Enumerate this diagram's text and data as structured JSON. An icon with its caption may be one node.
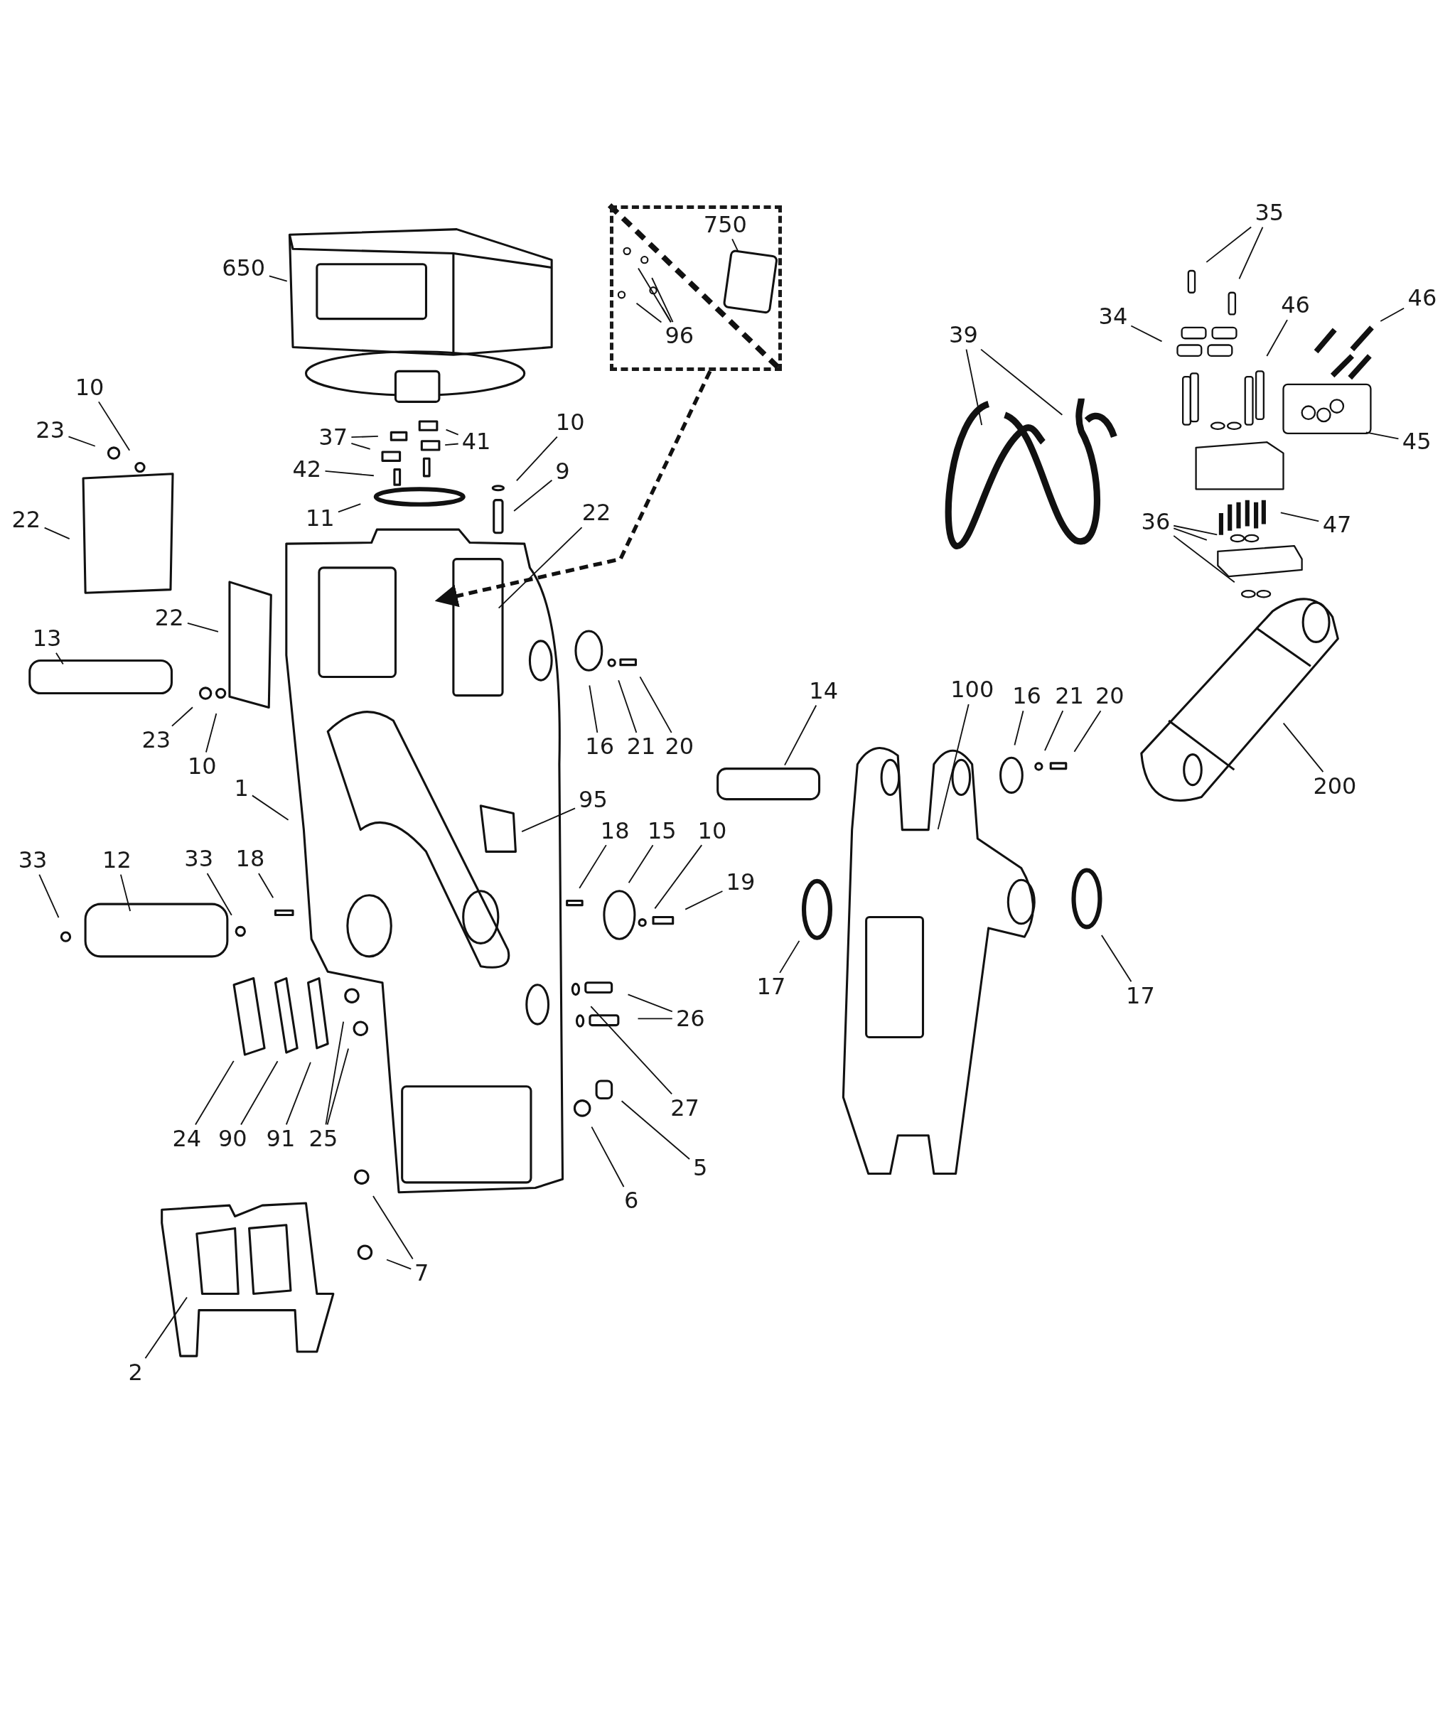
{
  "diagram": {
    "nodes": [
      {
        "text": [],
        "shape": "box"
      },
      {
        "text": [
          "750"
        ],
        "in": 0
      },
      {
        "text": [
          "96"
        ],
        "in": 0
      },
      {
        "text": [
          "650"
        ]
      },
      {
        "text": [
          "35"
        ]
      },
      {
        "text": [
          "46"
        ]
      },
      {
        "text": [
          "46"
        ]
      },
      {
        "text": [
          "34"
        ]
      },
      {
        "text": [
          "39"
        ]
      },
      {
        "text": [
          "10"
        ]
      },
      {
        "text": [
          "23"
        ]
      },
      {
        "text": [
          "37"
        ]
      },
      {
        "text": [
          "41"
        ]
      },
      {
        "text": [
          "10"
        ]
      },
      {
        "text": [
          "42"
        ]
      },
      {
        "text": [
          "9"
        ]
      },
      {
        "text": [
          "45"
        ]
      },
      {
        "text": [
          "11"
        ]
      },
      {
        "text": [
          "22"
        ]
      },
      {
        "text": [
          "22"
        ]
      },
      {
        "text": [
          "36"
        ]
      },
      {
        "text": [
          "47"
        ]
      },
      {
        "text": [
          "22"
        ]
      },
      {
        "text": [
          "13"
        ]
      },
      {
        "text": [
          "14"
        ]
      },
      {
        "text": [
          "100"
        ]
      },
      {
        "text": [
          "16"
        ]
      },
      {
        "text": [
          "21"
        ]
      },
      {
        "text": [
          "20"
        ]
      },
      {
        "text": [
          "23"
        ]
      },
      {
        "text": [
          "16"
        ]
      },
      {
        "text": [
          "21"
        ]
      },
      {
        "text": [
          "20"
        ]
      },
      {
        "text": [
          "10"
        ]
      },
      {
        "text": [
          "200"
        ]
      },
      {
        "text": [
          "1"
        ]
      },
      {
        "text": [
          "95"
        ]
      },
      {
        "text": [
          "18"
        ]
      },
      {
        "text": [
          "15"
        ]
      },
      {
        "text": [
          "10"
        ]
      },
      {
        "text": [
          "33"
        ]
      },
      {
        "text": [
          "12"
        ]
      },
      {
        "text": [
          "33"
        ]
      },
      {
        "text": [
          "18"
        ]
      },
      {
        "text": [
          "19"
        ]
      },
      {
        "text": [
          "17"
        ]
      },
      {
        "text": [
          "17"
        ]
      },
      {
        "text": [
          "26"
        ]
      },
      {
        "text": [
          "27"
        ]
      },
      {
        "text": [
          "24"
        ]
      },
      {
        "text": [
          "90"
        ]
      },
      {
        "text": [
          "91"
        ]
      },
      {
        "text": [
          "25"
        ]
      },
      {
        "text": [
          "5"
        ]
      },
      {
        "text": [
          "6"
        ]
      },
      {
        "text": [
          "7"
        ]
      },
      {
        "text": [
          "2"
        ]
      }
    ],
    "edges": [
      {
        "from": 0,
        "to": null,
        "arrow": "to",
        "style": "dashed"
      },
      {
        "from": 1,
        "to": null,
        "arrow": "none"
      },
      {
        "from": 2,
        "to": null,
        "arrow": "none"
      },
      {
        "from": 2,
        "to": null,
        "arrow": "none"
      },
      {
        "from": 2,
        "to": null,
        "arrow": "none"
      },
      {
        "from": 2,
        "to": null,
        "arrow": "none"
      },
      {
        "from": 3,
        "to": null,
        "arrow": "none"
      },
      {
        "from": 4,
        "to": null,
        "arrow": "none"
      },
      {
        "from": 4,
        "to": null,
        "arrow": "none"
      },
      {
        "from": 5,
        "to": null,
        "arrow": "none"
      },
      {
        "from": 6,
        "to": null,
        "arrow": "none"
      },
      {
        "from": 7,
        "to": null,
        "arrow": "none"
      },
      {
        "from": 8,
        "to": null,
        "arrow": "none"
      },
      {
        "from": 8,
        "to": null,
        "arrow": "none"
      },
      {
        "from": 9,
        "to": null,
        "arrow": "none"
      },
      {
        "from": 10,
        "to": null,
        "arrow": "none"
      },
      {
        "from": 11,
        "to": null,
        "arrow": "none"
      },
      {
        "from": 11,
        "to": null,
        "arrow": "none"
      },
      {
        "from": 12,
        "to": null,
        "arrow": "none"
      },
      {
        "from": 12,
        "to": null,
        "arrow": "none"
      },
      {
        "from": 13,
        "to": null,
        "arrow": "none"
      },
      {
        "from": 14,
        "to": null,
        "arrow": "none"
      },
      {
        "from": 15,
        "to": null,
        "arrow": "none"
      },
      {
        "from": 16,
        "to": null,
        "arrow": "none"
      },
      {
        "from": 17,
        "to": null,
        "arrow": "none"
      },
      {
        "from": 18,
        "to": null,
        "arrow": "none"
      },
      {
        "from": 19,
        "to": null,
        "arrow": "none"
      },
      {
        "from": 20,
        "to": null,
        "arrow": "none"
      },
      {
        "from": 20,
        "to": null,
        "arrow": "none"
      },
      {
        "from": 20,
        "to": null,
        "arrow": "none"
      },
      {
        "from": 21,
        "to": null,
        "arrow": "none"
      },
      {
        "from": 22,
        "to": null,
        "arrow": "none"
      },
      {
        "from": 23,
        "to": null,
        "arrow": "none"
      },
      {
        "from": 24,
        "to": null,
        "arrow": "none"
      },
      {
        "from": 25,
        "to": null,
        "arrow": "none"
      },
      {
        "from": 26,
        "to": null,
        "arrow": "none"
      },
      {
        "from": 27,
        "to": null,
        "arrow": "none"
      },
      {
        "from": 28,
        "to": null,
        "arrow": "none"
      },
      {
        "from": 29,
        "to": null,
        "arrow": "none"
      },
      {
        "from": 30,
        "to": null,
        "arrow": "none"
      },
      {
        "from": 31,
        "to": null,
        "arrow": "none"
      },
      {
        "from": 32,
        "to": null,
        "arrow": "none"
      },
      {
        "from": 33,
        "to": null,
        "arrow": "none"
      },
      {
        "from": 34,
        "to": null,
        "arrow": "none"
      },
      {
        "from": 35,
        "to": null,
        "arrow": "none"
      },
      {
        "from": 36,
        "to": null,
        "arrow": "none"
      },
      {
        "from": 37,
        "to": null,
        "arrow": "none"
      },
      {
        "from": 38,
        "to": null,
        "arrow": "none"
      },
      {
        "from": 39,
        "to": null,
        "arrow": "none"
      },
      {
        "from": 40,
        "to": null,
        "arrow": "none"
      },
      {
        "from": 41,
        "to": null,
        "arrow": "none"
      },
      {
        "from": 42,
        "to": null,
        "arrow": "none"
      },
      {
        "from": 43,
        "to": null,
        "arrow": "none"
      },
      {
        "from": 44,
        "to": null,
        "arrow": "none"
      },
      {
        "from": 45,
        "to": null,
        "arrow": "none"
      },
      {
        "from": 46,
        "to": null,
        "arrow": "none"
      },
      {
        "from": 47,
        "to": null,
        "arrow": "none"
      },
      {
        "from": 47,
        "to": null,
        "arrow": "none"
      },
      {
        "from": 48,
        "to": null,
        "arrow": "none"
      },
      {
        "from": 49,
        "to": null,
        "arrow": "none"
      },
      {
        "from": 50,
        "to": null,
        "arrow": "none"
      },
      {
        "from": 51,
        "to": null,
        "arrow": "none"
      },
      {
        "from": 52,
        "to": null,
        "arrow": "none"
      },
      {
        "from": 52,
        "to": null,
        "arrow": "none"
      },
      {
        "from": 53,
        "to": null,
        "arrow": "none"
      },
      {
        "from": 54,
        "to": null,
        "arrow": "none"
      },
      {
        "from": 55,
        "to": null,
        "arrow": "none"
      },
      {
        "from": 55,
        "to": null,
        "arrow": "none"
      },
      {
        "from": 56,
        "to": null,
        "arrow": "none"
      }
    ]
  }
}
